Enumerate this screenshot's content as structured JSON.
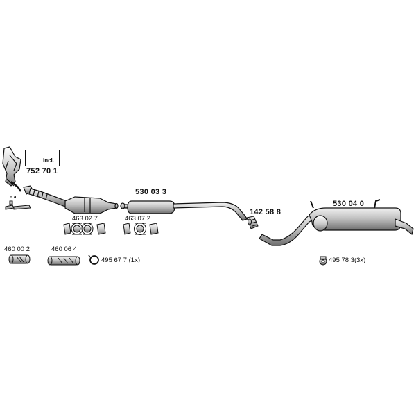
{
  "parts": {
    "incl_label": "incl.",
    "manifold_kit": "752 70 1",
    "na_label": "n.a.",
    "front_clamp_kit": "463 02 7",
    "middle_clamp_kit": "463 07 2",
    "front_silencer": "530 03 3",
    "connector": "142 58 8",
    "rear_silencer": "530 04 0",
    "pipe_a": "460 00 2",
    "pipe_b": "460 06 4",
    "rubber_ring": "495 67 7 (1x)",
    "hanger": "495 78 3(3x)"
  },
  "colors": {
    "line": "#111111",
    "fill": "#ffffff",
    "shade": "#9a9a9a"
  }
}
